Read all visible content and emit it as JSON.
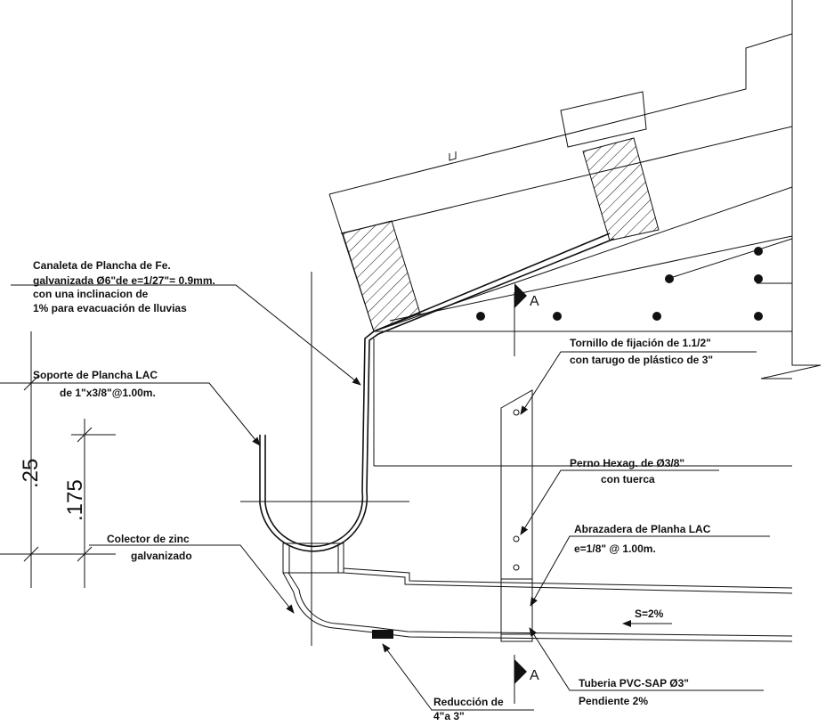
{
  "labels": {
    "canaleta": [
      "Canaleta de Plancha de Fe.",
      "galvanizada Ø6\"de e=1/27\"= 0.9mm.",
      "con una inclinacion de",
      "1% para evacuación de lluvias"
    ],
    "soporte": [
      "Soporte de Plancha LAC",
      "de 1\"x3/8\"@1.00m."
    ],
    "colector": [
      "Colector de zinc",
      "galvanizado"
    ],
    "tornillo": [
      "Tornillo de fijación de 1.1/2\"",
      "con tarugo de plástico de 3\""
    ],
    "perno": [
      "Perno Hexag. de Ø3/8\"",
      "con tuerca"
    ],
    "abrazadera": [
      "Abrazadera de Planha LAC",
      "e=1/8\" @ 1.00m."
    ],
    "tuberia": [
      "Tuberia PVC-SAP Ø3\"",
      "Pendiente 2%"
    ],
    "reduccion": [
      "Reducción de",
      "4\"a 3\""
    ],
    "slope": "S=2%",
    "section_mark": "A"
  },
  "dimensions": {
    "outer": ".25",
    "inner": ".175"
  }
}
